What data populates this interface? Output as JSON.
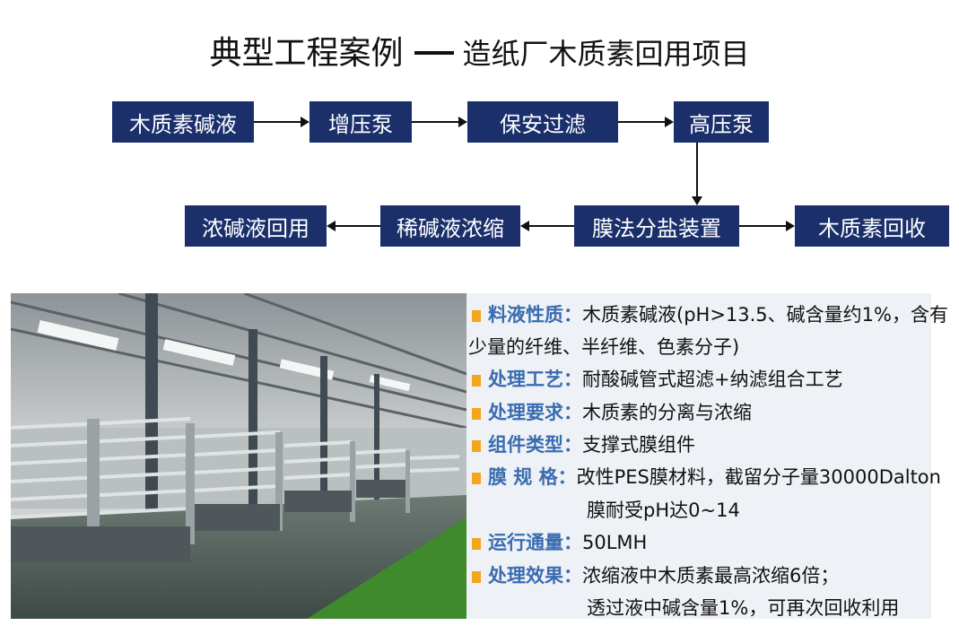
{
  "title": {
    "main": "典型工程案例",
    "sub": "造纸厂木质素回用项目"
  },
  "flow": {
    "step1": "木质素碱液",
    "step2": "增压泵",
    "step3": "保安过滤",
    "step4": "高压泵",
    "step5": "膜法分盐装置",
    "step6": "稀碱液浓缩",
    "step7": "浓碱液回用",
    "step8": "木质素回收"
  },
  "colors": {
    "box_bg": "#1b2f6b",
    "label": "#3a6cb0",
    "bullet": "#f3a51b",
    "panel_bg": "#eef1f6"
  },
  "specs": {
    "feed_label": "料液性质：",
    "feed_value": "木质素碱液(pH>13.5、碱含量约1%，含有",
    "feed_value2": "少量的纤维、半纤维、色素分子)",
    "process_label": "处理工艺：",
    "process_value": "耐酸碱管式超滤+纳滤组合工艺",
    "req_label": "处理要求：",
    "req_value": "木质素的分离与浓缩",
    "module_label": "组件类型：",
    "module_value": "支撑式膜组件",
    "membrane_label": "膜  规 格：",
    "membrane_value": "改性PES膜材料，截留分子量30000Dalton",
    "membrane_value2": "膜耐受pH达0~14",
    "flux_label": "运行通量：",
    "flux_value": "50LMH",
    "effect_label": "处理效果：",
    "effect_value": "浓缩液中木质素最高浓缩6倍；",
    "effect_value2": "透过液中碱含量1%，可再次回收利用"
  }
}
